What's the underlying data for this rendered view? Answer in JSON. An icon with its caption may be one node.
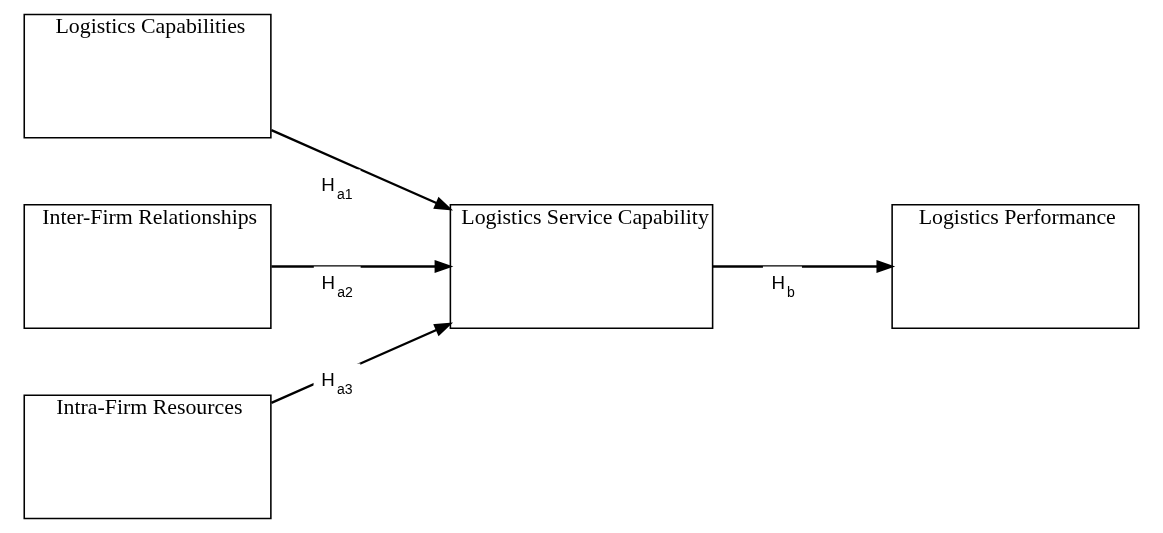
{
  "diagram": {
    "nodes": [
      {
        "text": [
          "Logistics Capabilities"
        ]
      },
      {
        "text": [
          "Inter-Firm Relationships"
        ]
      },
      {
        "text": [
          "Intra-Firm Resources"
        ]
      },
      {
        "text": [
          "Logistics Service Capability"
        ]
      },
      {
        "text": [
          "Logistics Performance"
        ]
      }
    ],
    "edges": [
      {
        "from": 0,
        "to": 3,
        "arrow": "to",
        "label": "H$_{a1}$"
      },
      {
        "from": 1,
        "to": 3,
        "arrow": "to",
        "label": "H$_{a2}$"
      },
      {
        "from": 2,
        "to": 3,
        "arrow": "to",
        "label": "H$_{a3}$"
      },
      {
        "from": 3,
        "to": 4,
        "arrow": "to",
        "label": "H$_{b}$"
      }
    ]
  }
}
